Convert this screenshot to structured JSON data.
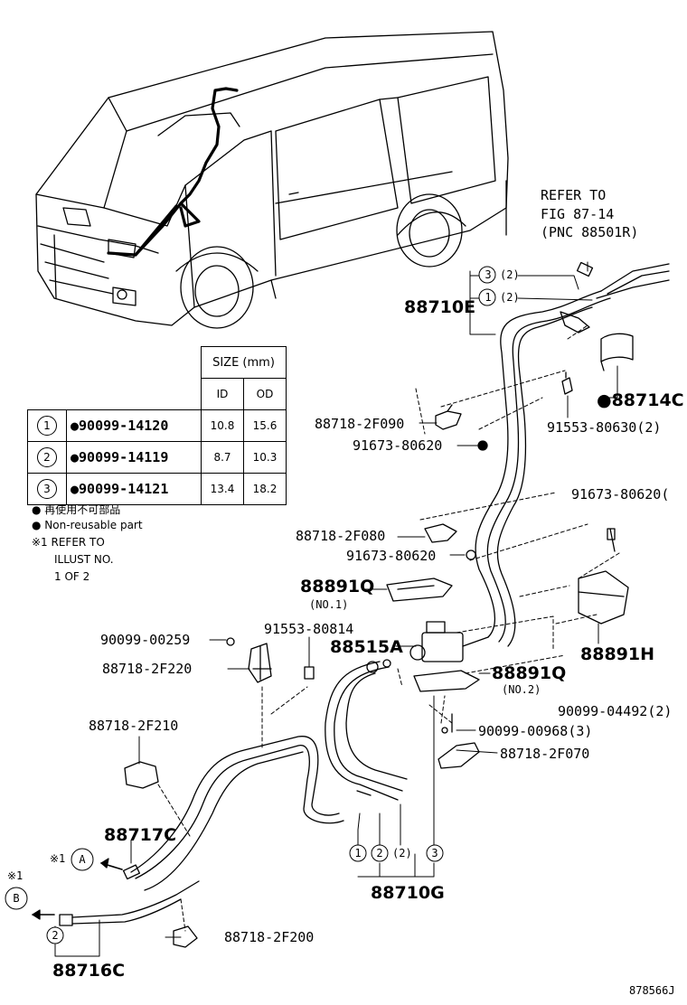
{
  "refer": {
    "line1": "REFER TO",
    "line2": "FIG 87-14",
    "line3": "(PNC 88501R)"
  },
  "size_table": {
    "title": "SIZE (mm)",
    "col_id": "ID",
    "col_od": "OD",
    "rows": [
      {
        "no": "1",
        "part": "●90099-14120",
        "id": "10.8",
        "od": "15.6"
      },
      {
        "no": "2",
        "part": "●90099-14119",
        "id": "8.7",
        "od": "10.3"
      },
      {
        "no": "3",
        "part": "●90099-14121",
        "id": "13.4",
        "od": "18.2"
      }
    ]
  },
  "notes": {
    "jp": "● 再使用不可部品",
    "en": "● Non-reusable part",
    "ref1": "※1 REFER TO",
    "ref2": "ILLUST NO.",
    "ref3": "1 OF 2"
  },
  "labels": {
    "p88710E": "88710E",
    "c3_top": "3",
    "c3_top_q": "(2)",
    "c1_top": "1",
    "c1_top_q": "(2)",
    "p88714C": "●88714C",
    "p91553_80630": "91553-80630(2)",
    "p88718_2F090": "88718-2F090",
    "p91673_80620a": "91673-80620",
    "p91673_80620b": "91673-80620(",
    "p88718_2F080": "88718-2F080",
    "p91673_80620c": "91673-80620",
    "p88891Q_1": "88891Q",
    "no1": "(NO.1)",
    "p91553_80814": "91553-80814",
    "p90099_00259": "90099-00259",
    "p88515A": "88515A",
    "p88891H": "88891H",
    "p88718_2F220": "88718-2F220",
    "p88891Q_2": "88891Q",
    "no2": "(NO.2)",
    "p90099_04492": "90099-04492(2)",
    "p88718_2F210": "88718-2F210",
    "p90099_00968": "90099-00968(3)",
    "p88718_2F070": "88718-2F070",
    "p88717C": "88717C",
    "refA_mark": "※1",
    "refA": "A",
    "refB_mark": "※1",
    "refB": "B",
    "c1_bot": "1",
    "c2_bot": "2",
    "c2_bot_q": "(2)",
    "c3_bot": "3",
    "p88710G": "88710G",
    "c2_left": "2",
    "p88716C": "88716C",
    "p88718_2F200": "88718-2F200",
    "fig_code": "878566J"
  }
}
